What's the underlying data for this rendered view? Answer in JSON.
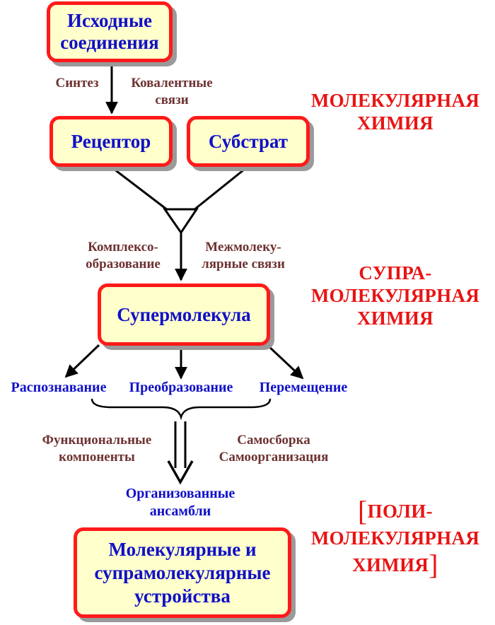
{
  "boxes": {
    "source": [
      "Исходные",
      "соединения"
    ],
    "receptor": "Рецептор",
    "substrate": "Субстрат",
    "supermolecule": "Супермолекула",
    "devices": [
      "Молекулярные и",
      "супрамолекулярные",
      "устройства"
    ]
  },
  "labels": {
    "synthesis": "Синтез",
    "covalent": [
      "Ковалентные",
      "связи"
    ],
    "complex": [
      "Комплексо-",
      "образование"
    ],
    "intermolecular": [
      "Межмолеку-",
      "лярные связи"
    ],
    "functional": [
      "Функциональные",
      "компоненты"
    ],
    "selfassembly": [
      "Самосборка",
      "Самоорганизация"
    ]
  },
  "functions": {
    "recognition": "Распознавание",
    "transformation": "Преобразование",
    "translocation": "Перемещение",
    "ensembles": [
      "Организованные",
      "ансамбли"
    ]
  },
  "levels": {
    "molecular": [
      "МОЛЕКУЛЯРНАЯ",
      "ХИМИЯ"
    ],
    "supra": [
      "СУПРА-",
      "МОЛЕКУЛЯРНАЯ",
      "ХИМИЯ"
    ],
    "poly": {
      "open": "[",
      "line1": "ПОЛИ-",
      "line2": "МОЛЕКУЛЯРНАЯ",
      "line3": "ХИМИЯ",
      "close": "]"
    }
  },
  "colors": {
    "box_border": "#ff1a1a",
    "box_fill": "#ffffcc",
    "box_text": "#1010c8",
    "label": "#6e3232",
    "level": "#e81414"
  }
}
